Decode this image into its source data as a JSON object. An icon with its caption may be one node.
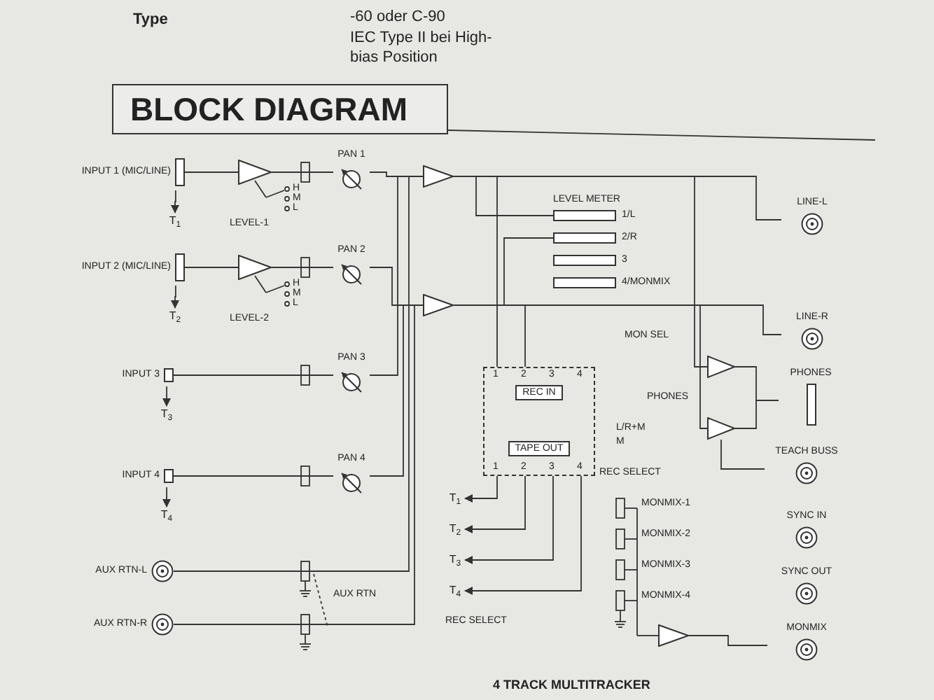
{
  "diagram": {
    "title": "BLOCK DIAGRAM",
    "nodes": [
      {
        "text": [
          "INPUT 1 (MIC/LINE)"
        ]
      },
      {
        "text": [
          "INPUT 2 (MIC/LINE)"
        ]
      },
      {
        "text": [
          "INPUT 3"
        ]
      },
      {
        "text": [
          "INPUT 4"
        ]
      },
      {
        "text": [
          "AUX RTN-L"
        ]
      },
      {
        "text": [
          "AUX RTN-R"
        ]
      },
      {
        "text": [],
        "shape": "triangle"
      },
      {
        "text": [],
        "shape": "triangle"
      },
      {
        "text": [
          "T$_{1}$"
        ]
      },
      {
        "text": [
          "T$_{2}$"
        ]
      },
      {
        "text": [
          "T$_{3}$"
        ]
      },
      {
        "text": [
          "T$_{4}$"
        ]
      },
      {
        "text": [
          "PAN 1"
        ]
      },
      {
        "text": [
          "PAN 2"
        ]
      },
      {
        "text": [
          "PAN 3"
        ]
      },
      {
        "text": [
          "PAN 4"
        ]
      },
      {
        "text": [],
        "shape": "triangle"
      },
      {
        "text": [],
        "shape": "triangle"
      },
      {
        "text": [],
        "shape": "bar",
        "beside": [
          "1/L"
        ]
      },
      {
        "text": [],
        "shape": "bar",
        "beside": [
          "2/R"
        ]
      },
      {
        "text": [],
        "shape": "bar",
        "beside": [
          "3"
        ]
      },
      {
        "text": [],
        "shape": "bar",
        "beside": [
          "4/MONMIX"
        ]
      },
      {
        "text": [
          "REC IN",
          "TAPE OUT"
        ]
      },
      {
        "text": [
          "LINE-L"
        ]
      },
      {
        "text": [
          "LINE-R"
        ]
      },
      {
        "text": [
          "PHONES"
        ]
      },
      {
        "text": [
          "TEACH BUSS"
        ]
      },
      {
        "text": [
          "SYNC IN"
        ]
      },
      {
        "text": [
          "SYNC OUT"
        ]
      },
      {
        "text": [
          "MONMIX"
        ]
      },
      {
        "text": [],
        "shape": "triangle"
      },
      {
        "text": [],
        "shape": "triangle"
      },
      {
        "text": [],
        "shape": "triangle"
      },
      {
        "text": [
          "T$_{1}$"
        ]
      },
      {
        "text": [
          "T$_{2}$"
        ]
      },
      {
        "text": [
          "T$_{3}$"
        ]
      },
      {
        "text": [
          "T$_{4}$"
        ]
      }
    ],
    "edges": [
      {
        "from": 0,
        "to": 6,
        "arrow": "none"
      },
      {
        "from": 1,
        "to": 7,
        "arrow": "none"
      },
      {
        "from": 6,
        "to": 12,
        "arrow": "none"
      },
      {
        "from": 7,
        "to": 13,
        "arrow": "none"
      },
      {
        "from": 2,
        "to": 14,
        "arrow": "none"
      },
      {
        "from": 3,
        "to": 15,
        "arrow": "none"
      },
      {
        "from": 12,
        "to": 16,
        "arrow": "none"
      },
      {
        "from": 13,
        "to": 17,
        "arrow": "none"
      },
      {
        "from": 14,
        "to": 16,
        "arrow": "none"
      },
      {
        "from": 15,
        "to": 17,
        "arrow": "none"
      },
      {
        "from": 4,
        "to": 16,
        "arrow": "none"
      },
      {
        "from": 5,
        "to": 17,
        "arrow": "none"
      },
      {
        "from": 16,
        "to": 23,
        "arrow": "none"
      },
      {
        "from": 17,
        "to": 24,
        "arrow": "none"
      },
      {
        "from": 16,
        "to": 18,
        "arrow": "none"
      },
      {
        "from": 17,
        "to": 19,
        "arrow": "none"
      },
      {
        "from": 16,
        "to": 22,
        "arrow": "none"
      },
      {
        "from": 17,
        "to": 22,
        "arrow": "none"
      },
      {
        "from": 0,
        "to": 8,
        "arrow": "to"
      },
      {
        "from": 1,
        "to": 9,
        "arrow": "to"
      },
      {
        "from": 2,
        "to": 10,
        "arrow": "to"
      },
      {
        "from": 3,
        "to": 11,
        "arrow": "to"
      },
      {
        "from": 22,
        "to": 33,
        "arrow": "to"
      },
      {
        "from": 22,
        "to": 34,
        "arrow": "to"
      },
      {
        "from": 22,
        "to": 35,
        "arrow": "to"
      },
      {
        "from": 22,
        "to": 36,
        "arrow": "to"
      },
      {
        "from": 30,
        "to": 29,
        "arrow": "none"
      },
      {
        "from": 31,
        "to": 25,
        "arrow": "none"
      },
      {
        "from": 32,
        "to": 25,
        "arrow": "none"
      },
      {
        "from": 16,
        "to": 31,
        "arrow": "none"
      },
      {
        "from": 17,
        "to": 32,
        "arrow": "none"
      },
      {
        "from": 32,
        "to": 26,
        "arrow": "none"
      }
    ],
    "labels": [
      "Type",
      "-60 oder C-90",
      "IEC Type II bei High-bias Position",
      "H",
      "M",
      "L",
      "LEVEL-1",
      "H",
      "M",
      "L",
      "LEVEL-2",
      "AUX RTN",
      "LEVEL METER",
      "MON SEL",
      "PHONES",
      "1",
      "2",
      "3",
      "4",
      "1",
      "2",
      "3",
      "4",
      "REC SELECT",
      "L/R+M",
      "M",
      "MONMIX-1",
      "MONMIX-2",
      "MONMIX-3",
      "MONMIX-4",
      "REC SELECT",
      "4 TRACK MULTITRACKER"
    ]
  }
}
